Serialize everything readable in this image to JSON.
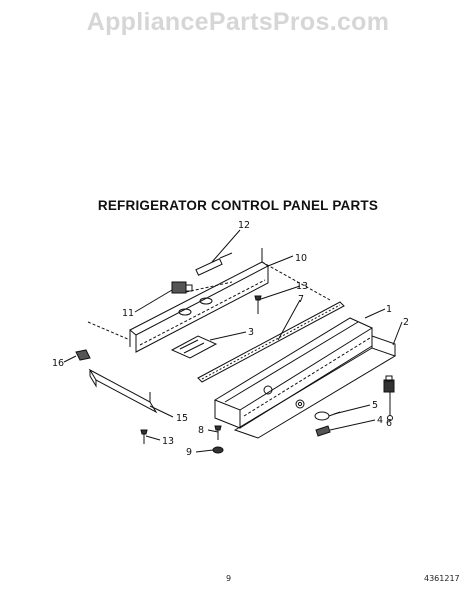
{
  "watermark": "AppliancePartsPros.com",
  "title": "REFRIGERATOR CONTROL PANEL PARTS",
  "callouts": {
    "c1": "1",
    "c2": "2",
    "c3": "3",
    "c4": "4",
    "c5": "5",
    "c6": "6",
    "c7": "7",
    "c8": "8",
    "c9": "9",
    "c10": "10",
    "c11": "11",
    "c12": "12",
    "c13a": "13",
    "c13b": "13",
    "c15": "15",
    "c16": "16"
  },
  "footer": {
    "page_number": "9",
    "doc_number": "4361217"
  }
}
